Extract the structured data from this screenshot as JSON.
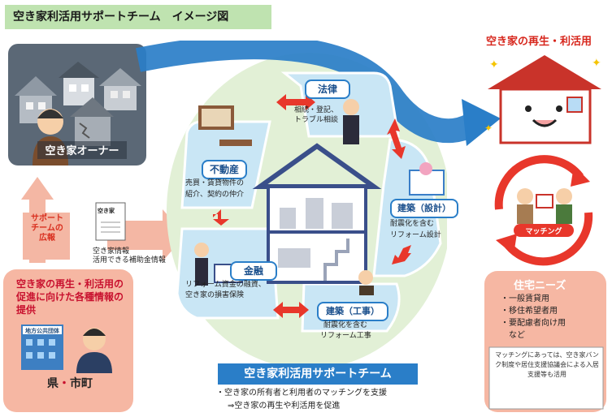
{
  "title": "空き家利活用サポートチーム　イメージ図",
  "owner": {
    "label": "空き家オーナー"
  },
  "support": {
    "label": "サポート\nチームの\n広報"
  },
  "document": {
    "label": "空き家"
  },
  "info": {
    "line1": "空き家情報",
    "line2": "活用できる補助金情報"
  },
  "prefecture": {
    "desc": "空き家の再生・利活用の促進に向けた各種情報の提供",
    "sign": "地方公共団体",
    "label_pref": "県",
    "label_dot": "・",
    "label_city": "市町"
  },
  "legal": {
    "title": "法律",
    "desc1": "相続・登記、",
    "desc2": "トラブル相談"
  },
  "realestate": {
    "title": "不動産",
    "desc1": "売買・賃貸物件の",
    "desc2": "紹介、契約の仲介"
  },
  "finance": {
    "title": "金融",
    "desc1": "リフォーム資金の融資、",
    "desc2": "空き家の損害保険"
  },
  "construction": {
    "title": "建築（工事）",
    "desc1": "耐震化を含む",
    "desc2": "リフォーム工事"
  },
  "design": {
    "title": "建築（設計）",
    "desc1": "耐震化を含む",
    "desc2": "リフォーム設計"
  },
  "team": {
    "label": "空き家利活用サポートチーム",
    "note1": "・空き家の所有者と利用者のマッチングを支援",
    "note2": "⇒空き家の再生や利活用を促進"
  },
  "revival": {
    "label": "空き家の再生・利活用"
  },
  "matching": {
    "label": "マッチング"
  },
  "needs": {
    "title": "住宅ニーズ",
    "items": [
      "・一般賃貸用",
      "・移住希望者用",
      "・要配慮者向け用",
      "　など"
    ],
    "note": "マッチングにあっては、空き家バンク制度や居住支援協議会による入居支援等も活用"
  },
  "colors": {
    "accent_blue": "#2a7ec8",
    "accent_red": "#e8372b",
    "team_green": "#e2f0d6",
    "petal_blue": "#c9e6f5"
  }
}
